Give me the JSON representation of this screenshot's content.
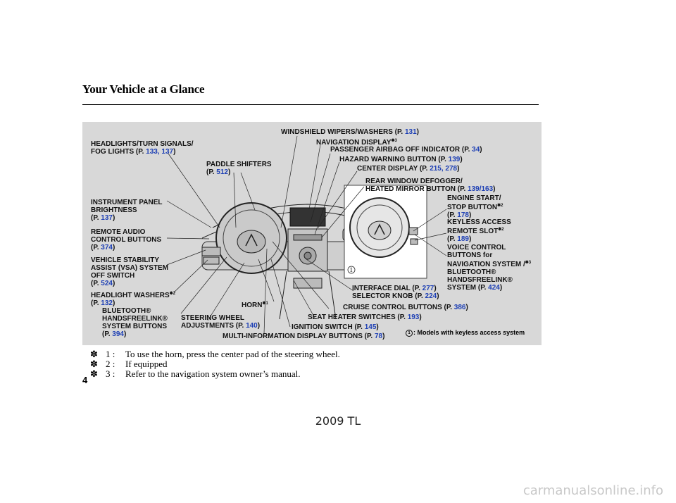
{
  "page_title": "Your Vehicle at a Glance",
  "labels": {
    "wipers": {
      "lines": [
        "WINDSHIELD WIPERS/WASHERS (P. 131)"
      ]
    },
    "navdisplay": {
      "lines": [
        "NAVIGATION DISPLAY"
      ],
      "sup": "✽3"
    },
    "airbag": {
      "lines": [
        "PASSENGER AIRBAG OFF INDICATOR (P. 34)"
      ]
    },
    "hazard": {
      "lines": [
        "HAZARD WARNING BUTTON (P. 139)"
      ]
    },
    "center": {
      "lines": [
        "CENTER DISPLAY (P. 215, 278)"
      ]
    },
    "defog": {
      "lines": [
        "REAR WINDOW DEFOGGER/",
        "HEATED MIRROR BUTTON (P. 139/163)"
      ]
    },
    "headlights": {
      "lines": [
        "HEADLIGHTS/TURN SIGNALS/",
        "FOG LIGHTS (P. 133, 137)"
      ]
    },
    "paddle": {
      "lines": [
        "PADDLE SHIFTERS",
        "(P. 512)"
      ]
    },
    "instrument": {
      "lines": [
        "INSTRUMENT PANEL",
        "BRIGHTNESS",
        "(P. 137)"
      ]
    },
    "audio": {
      "lines": [
        "REMOTE AUDIO",
        "CONTROL BUTTONS",
        "(P. 374)"
      ]
    },
    "vsa": {
      "lines": [
        "VEHICLE STABILITY",
        "ASSIST (VSA) SYSTEM",
        "OFF SWITCH",
        "(P. 524)"
      ]
    },
    "washers": {
      "lines": [
        "HEADLIGHT WASHERS",
        "(P. 132)"
      ],
      "sup": "✽2"
    },
    "bt_left": {
      "lines": [
        "BLUETOOTH®",
        "HANDSFREELINK®",
        "SYSTEM BUTTONS",
        "(P. 394)"
      ]
    },
    "steering": {
      "lines": [
        "STEERING WHEEL",
        "ADJUSTMENTS (P. 140)"
      ]
    },
    "horn": {
      "lines": [
        "HORN"
      ],
      "sup": "✽1"
    },
    "multi": {
      "lines": [
        "MULTI-INFORMATION DISPLAY BUTTONS (P. 78)"
      ]
    },
    "ignition": {
      "lines": [
        "IGNITION SWITCH (P. 145)"
      ]
    },
    "seat": {
      "lines": [
        "SEAT HEATER SWITCHES (P. 193)"
      ]
    },
    "cruise": {
      "lines": [
        "CRUISE CONTROL BUTTONS (P. 386)"
      ]
    },
    "dial": {
      "lines": [
        "INTERFACE DIAL (P. 277)",
        "SELECTOR KNOB (P. 224)"
      ]
    },
    "engine": {
      "lines": [
        "ENGINE START/",
        "STOP BUTTON",
        "(P. 178)"
      ],
      "sup": "✽2"
    },
    "keyless": {
      "lines": [
        "KEYLESS ACCESS",
        "REMOTE SLOT",
        "(P. 189)"
      ],
      "sup": "✽2"
    },
    "voice": {
      "lines": [
        "VOICE CONTROL",
        "BUTTONS for",
        "NAVIGATION SYSTEM /",
        "BLUETOOTH®",
        "HANDSFREELINK®",
        "SYSTEM (P. 424)"
      ],
      "sup": "✽3"
    }
  },
  "inset_marker": "1",
  "legend_text": ": Models with keyless access system",
  "notes": [
    {
      "symbol": "✽",
      "key": "1 :",
      "text": "To use the horn, press the center pad of the steering wheel."
    },
    {
      "symbol": "✽",
      "key": "2 :",
      "text": "If equipped"
    },
    {
      "symbol": "✽",
      "key": "3 :",
      "text": "Refer to the navigation system owner’s manual."
    }
  ],
  "page_number": "4",
  "footer": "2009  TL",
  "watermark": "carmanualsonline.info",
  "colors": {
    "page_ref": "#1d3fb4",
    "panel": "#d8d8d8"
  }
}
